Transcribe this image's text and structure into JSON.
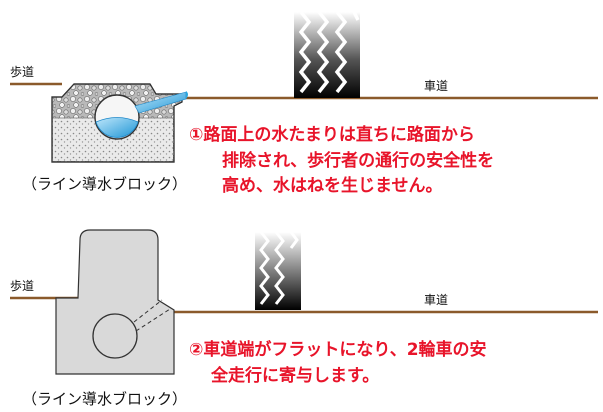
{
  "panel1": {
    "sidewalk_label": "歩道",
    "road_label": "車道",
    "block_caption": "（ライン導水ブロック）",
    "note_lines": [
      "①路面上の水たまりは直ちに路面から",
      "排除され、歩行者の通行の安全性を",
      "高め、水はねを生じません。"
    ]
  },
  "panel2": {
    "sidewalk_label": "歩道",
    "road_label": "車道",
    "block_caption": "（ライン導水ブロック）",
    "note_lines": [
      "②車道端がフラットになり、2輪車の安",
      "全走行に寄与します。"
    ]
  },
  "colors": {
    "ground_line": "#8b5a2b",
    "note_red": "#e8142a",
    "block_gray": "#d9d9d9",
    "water_blue": "#2aa7df",
    "tire_black": "#111111"
  },
  "icons": [
    "tire-tread-icon",
    "water-flow-icon"
  ]
}
